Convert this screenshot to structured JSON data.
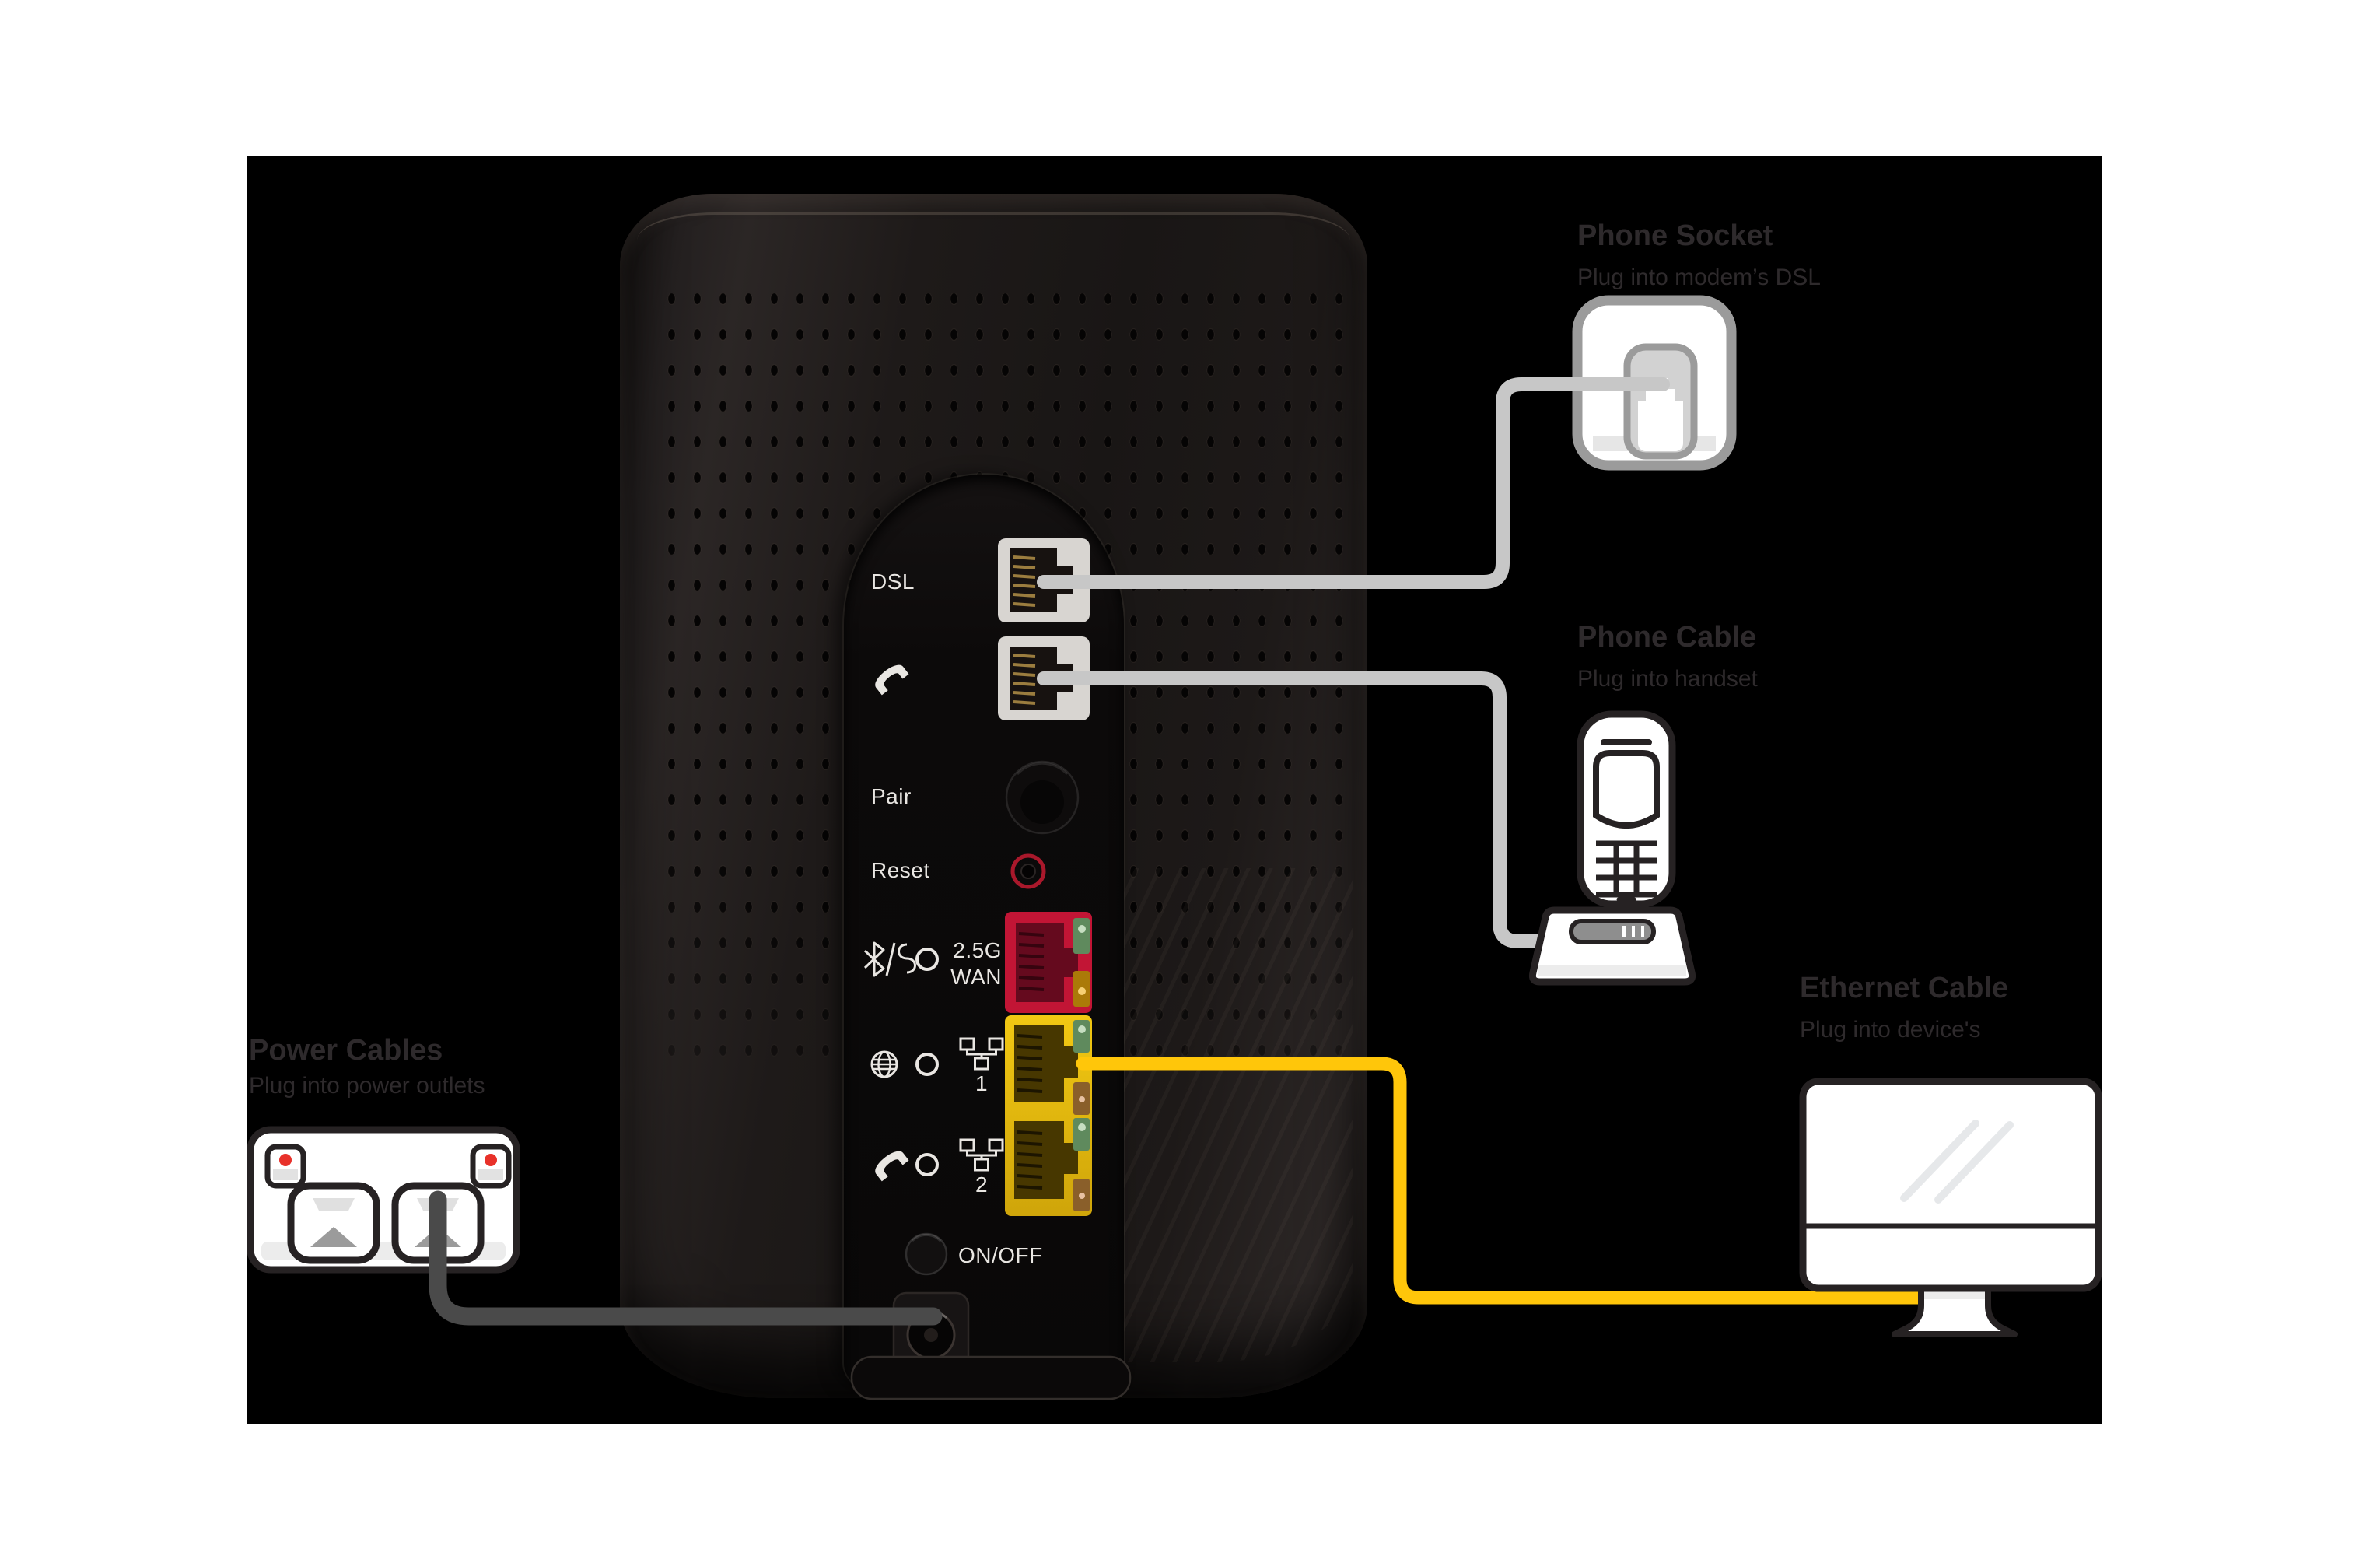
{
  "callouts": {
    "phone_socket": {
      "title": "Phone Socket",
      "subtitle": "Plug into modem’s DSL"
    },
    "phone_cable": {
      "title": "Phone Cable",
      "subtitle": "Plug into handset"
    },
    "ethernet_cable": {
      "title": "Ethernet Cable",
      "subtitle": "Plug into device's"
    },
    "power_cables": {
      "title": "Power Cables",
      "subtitle": "Plug into power outlets"
    }
  },
  "modem_panel": {
    "dsl_label": "DSL",
    "pair_label": "Pair",
    "reset_label": "Reset",
    "wan_line1": "2.5G",
    "wan_line2": "WAN",
    "eth_port1_label": "1",
    "eth_port2_label": "2",
    "power_label": "ON/OFF"
  },
  "colors": {
    "background": "#000000",
    "canvas": "#ffffff",
    "callout_text": "#2e2a2c",
    "cable_gray": "#c7c7c7",
    "cable_yellow": "#ffc60a",
    "cable_power": "#4a4a4a",
    "port_red": "#c21535",
    "port_yellow_top": "#f2c813",
    "port_yellow_bottom": "#cfa50a",
    "rj11_gray": "#d8d5d1",
    "led_green": "#5f8a5d",
    "led_amber": "#ab7a08",
    "reset_ring": "#a9182b",
    "icon_outline": "#262223",
    "icon_border_gray": "#9b9b9b",
    "panel_label": "#e9e6e2"
  }
}
